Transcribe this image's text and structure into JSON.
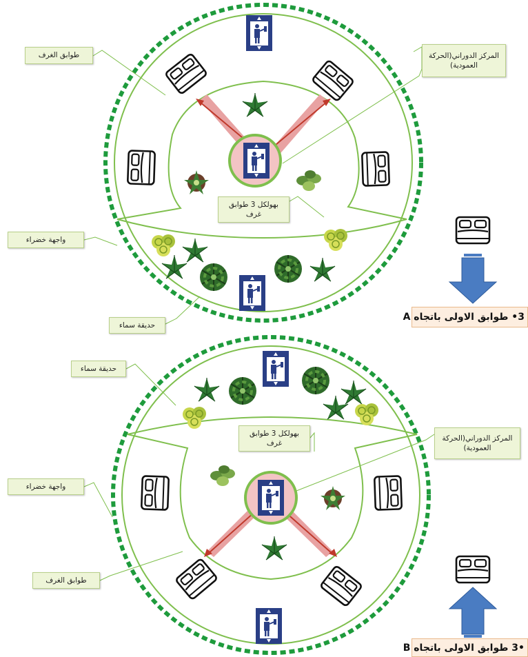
{
  "diagram_top": {
    "label_rooms": "طوابق الغرف",
    "label_core": "المركز الدوراني(الحركة العمودية)",
    "label_structure": "بهولكل 3 طوابق غرف",
    "label_green_facade": "واجهة خضراء",
    "label_sky_garden": "حديقة سماء",
    "caption": "3• طوابق الاولى باتجاه A"
  },
  "diagram_bottom": {
    "label_sky_garden": "حديقة سماء",
    "label_structure": "بهولكل 3 طوابق غرف",
    "label_core": "المركز الدوراني(الحركة العمودية)",
    "label_green_facade": "واجهة خضراء",
    "label_rooms": "طوابق الغرف",
    "caption": "•3 طوابق الاولى باتجاه B"
  },
  "colors": {
    "green_ring": "#1e9b3c",
    "inner_line": "#7fbf4d",
    "arrow_pink": "#e8a2a2",
    "arrow_red": "#c0392b",
    "elevator_blue": "#2a3f86",
    "big_arrow_blue": "#4a7cc2",
    "core_pink": "#f3c4c4"
  },
  "icons": [
    "bed-icon",
    "elevator-icon",
    "plant-icon",
    "arrow-icon"
  ]
}
